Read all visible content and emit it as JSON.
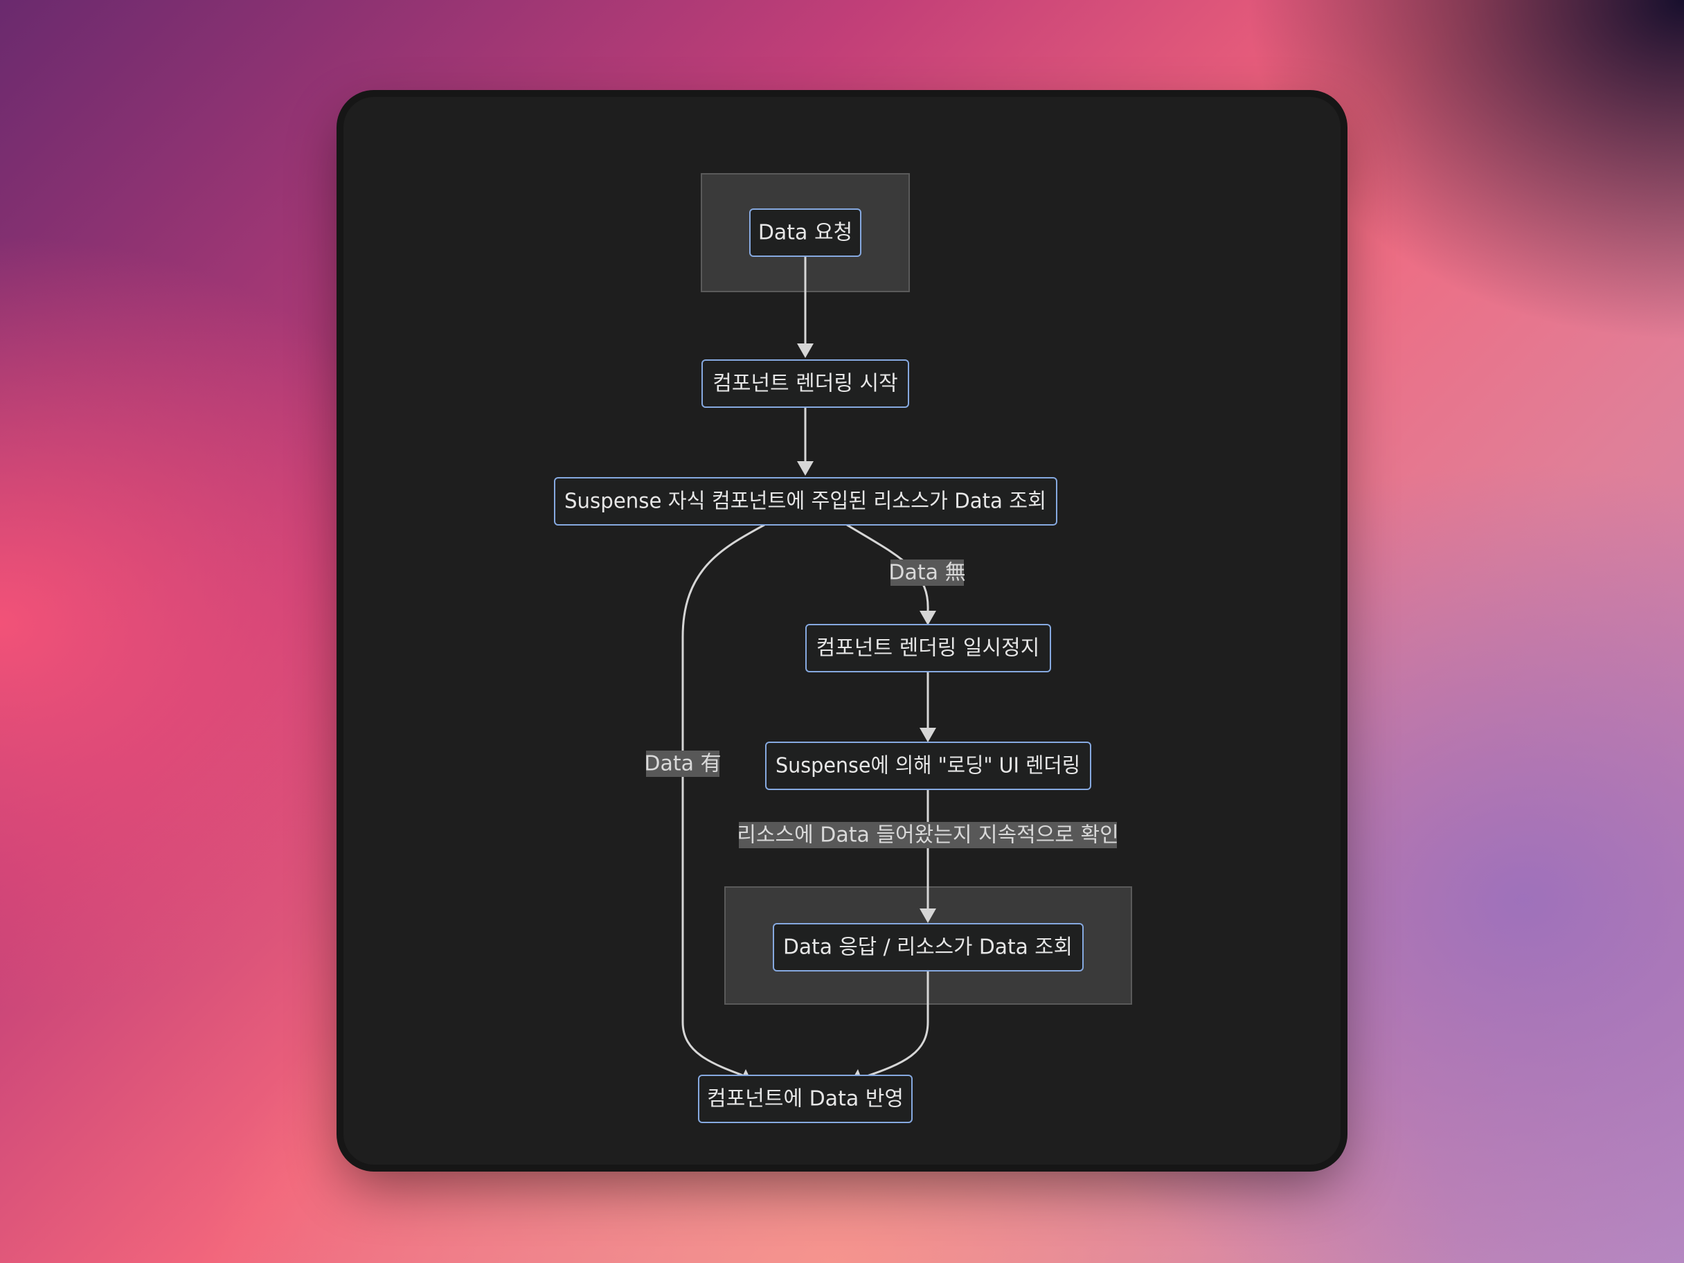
{
  "nodes": {
    "data_request": "Data 요청",
    "render_start": "컴포넌트 렌더링 시작",
    "suspense_child_query": "Suspense 자식 컴포넌트에 주입된 리소스가 Data 조회",
    "render_pause": "컴포넌트 렌더링 일시정지",
    "loading_ui": "Suspense에 의해 \"로딩\" UI 렌더링",
    "data_response": "Data 응답 / 리소스가 Data 조회",
    "reflect_data": "컴포넌트에 Data 반영"
  },
  "edge_labels": {
    "no_data": "Data 無",
    "has_data": "Data 有",
    "check_resource": "리소스에 Data 들어왔는지 지속적으로 확인"
  },
  "colors": {
    "canvas": "#1e1e1e",
    "node_fill": "#1f2020",
    "node_border": "#86a9e0",
    "cluster_fill": "#3a3a3a",
    "edge": "#d6d6d6",
    "edge_label_bg": "#585858"
  }
}
